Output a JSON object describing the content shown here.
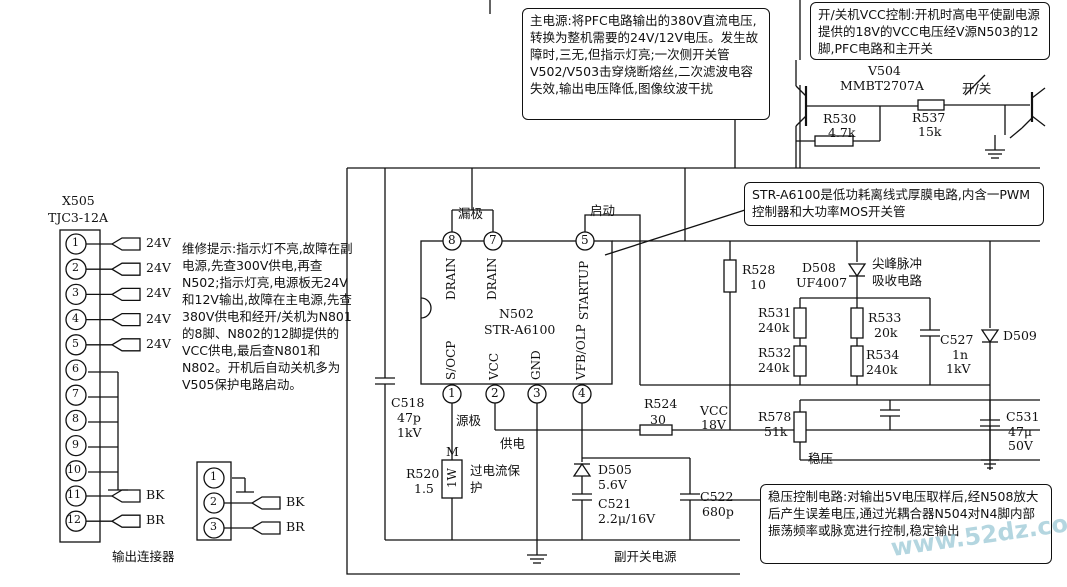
{
  "notes": {
    "main_power": "主电源:将PFC电路输出的380V直流电压,转换为整机需要的24V/12V电压。发生故障时,三无,但指示灯亮;一次侧开关管V502/V503击穿烧断熔丝,二次滤波电容失效,输出电压降低,图像纹波干扰",
    "onoff_vcc": "开/关机VCC控制:开机时高电平使副电源提供的18V的VCC电压经V源N503的12脚,PFC电路和主开关",
    "str_desc": "STR-A6100是低功耗离线式厚膜电路,内含一PWM控制器和大功率MOS开关管",
    "repair_tip": "维修提示:指示灯不亮,故障在副电源,先查300V供电,再查N502;指示灯亮,电源板无24V和12V输出,故障在主电源,先查380V供电和经开/关机为N801的8脚、N802的12脚提供的VCC供电,最后查N801和N802。开机后自动关机多为V505保护电路启动。",
    "regulation": "稳压控制电路:对输出5V电压取样后,经N508放大后产生误差电压,通过光耦合器N504对N4脚内部振荡频率或脉宽进行控制,稳定输出"
  },
  "connector": {
    "ref": "X505",
    "type": "TJC3-12A",
    "caption": "输出连接器",
    "pins": [
      "1",
      "2",
      "3",
      "4",
      "5",
      "6",
      "7",
      "8",
      "9",
      "10",
      "11",
      "12"
    ],
    "labels": [
      "24V",
      "24V",
      "24V",
      "24V",
      "24V",
      "",
      "",
      "",
      "",
      "",
      "BK",
      "BR"
    ]
  },
  "small_connector": {
    "pins": [
      "1",
      "2",
      "3"
    ],
    "labels": [
      "",
      "BK",
      "BR"
    ]
  },
  "ic": {
    "ref": "N502",
    "part": "STR-A6100",
    "top_pins": [
      {
        "num": "8",
        "name": "DRAIN"
      },
      {
        "num": "7",
        "name": "DRAIN"
      },
      {
        "num": "5",
        "name": "STARTUP"
      }
    ],
    "bottom_pins": [
      {
        "num": "1",
        "name": "S/OCP"
      },
      {
        "num": "2",
        "name": "VCC"
      },
      {
        "num": "3",
        "name": "GND"
      },
      {
        "num": "4",
        "name": "VFB/OLP"
      }
    ],
    "leak_label": "漏极",
    "start_label": "启动",
    "source_label": "源极",
    "supply_label": "供电"
  },
  "transistor": {
    "ref": "V504",
    "part": "MMBT2707A",
    "switch_label": "开/关"
  },
  "components": {
    "R530": {
      "ref": "R530",
      "value": "4.7k"
    },
    "R537": {
      "ref": "R537",
      "value": "15k"
    },
    "R528": {
      "ref": "R528",
      "value": "10"
    },
    "D508": {
      "ref": "D508",
      "value": "UF4007"
    },
    "spike_label": "尖峰脉冲吸收电路",
    "R531": {
      "ref": "R531",
      "value": "240k"
    },
    "R532": {
      "ref": "R532",
      "value": "240k"
    },
    "R533": {
      "ref": "R533",
      "value": "20k"
    },
    "R534": {
      "ref": "R534",
      "value": "240k"
    },
    "C527": {
      "ref": "C527",
      "value1": "1n",
      "value2": "1kV"
    },
    "D509": {
      "ref": "D509"
    },
    "C518": {
      "ref": "C518",
      "value1": "47p",
      "value2": "1kV"
    },
    "R524": {
      "ref": "R524",
      "value": "30"
    },
    "VCC18": {
      "label": "VCC",
      "value": "18V"
    },
    "R578": {
      "ref": "R578",
      "value": "51k"
    },
    "C531": {
      "ref": "C531",
      "value1": "47μ",
      "value2": "50V"
    },
    "wenya": "稳压",
    "R520": {
      "ref": "R520",
      "value": "1.5",
      "power": "1W",
      "m": "M"
    },
    "ocp_label": "过电流保护",
    "D505": {
      "ref": "D505",
      "value": "5.6V"
    },
    "C521": {
      "ref": "C521",
      "value": "2.2μ/16V"
    },
    "C522": {
      "ref": "C522",
      "value": "680p"
    },
    "aux_caption": "副开关电源"
  },
  "watermark": "www.52dz.com"
}
